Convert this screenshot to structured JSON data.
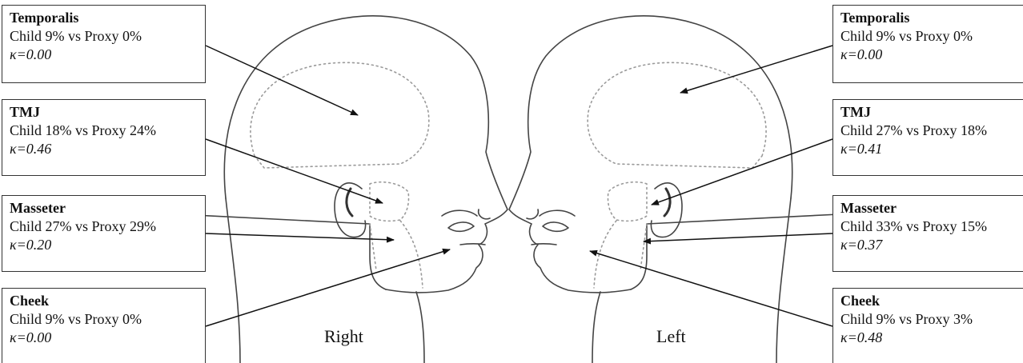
{
  "side_labels": {
    "right": "Right",
    "left": "Left"
  },
  "colors": {
    "outline": "#444444",
    "dotted_region": "#9a9a9a",
    "arrow": "#111111",
    "box_border": "#333333"
  },
  "regions": {
    "right": [
      {
        "title": "Temporalis",
        "stat": "Child 9% vs Proxy 0%",
        "kappa": "κ=0.00"
      },
      {
        "title": "TMJ",
        "stat": "Child 18% vs Proxy 24%",
        "kappa": "κ=0.46"
      },
      {
        "title": "Masseter",
        "stat": "Child 27% vs Proxy 29%",
        "kappa": "κ=0.20"
      },
      {
        "title": "Cheek",
        "stat": "Child 9% vs Proxy 0%",
        "kappa": "κ=0.00"
      }
    ],
    "left": [
      {
        "title": "Temporalis",
        "stat": "Child 9% vs Proxy 0%",
        "kappa": "κ=0.00"
      },
      {
        "title": "TMJ",
        "stat": "Child 27% vs Proxy 18%",
        "kappa": "κ=0.41"
      },
      {
        "title": "Masseter",
        "stat": "Child 33% vs Proxy 15%",
        "kappa": "κ=0.37"
      },
      {
        "title": "Cheek",
        "stat": "Child 9% vs Proxy 3%",
        "kappa": "κ=0.48"
      }
    ]
  }
}
